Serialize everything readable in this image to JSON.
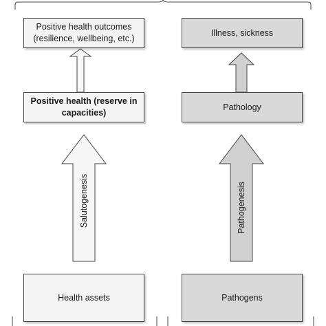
{
  "colors": {
    "outline": "#444444",
    "light_fill": "#f4f4f4",
    "grey_fill": "#d9d9d9",
    "arrow_light": "#f7f7f7",
    "arrow_grey": "#d0d0d0"
  },
  "left_column": {
    "outcome_line1": "Positive health outcomes",
    "outcome_line2": "(resilience, wellbeing, etc.)",
    "middle_line1": "Positive health (reserve in",
    "middle_line2": "capacities)",
    "arrow_label": "Salutogenesis",
    "source": "Health assets"
  },
  "right_column": {
    "outcome": "Illness, sickness",
    "middle": "Pathology",
    "arrow_label": "Pathogenesis",
    "source": "Pathogens"
  }
}
